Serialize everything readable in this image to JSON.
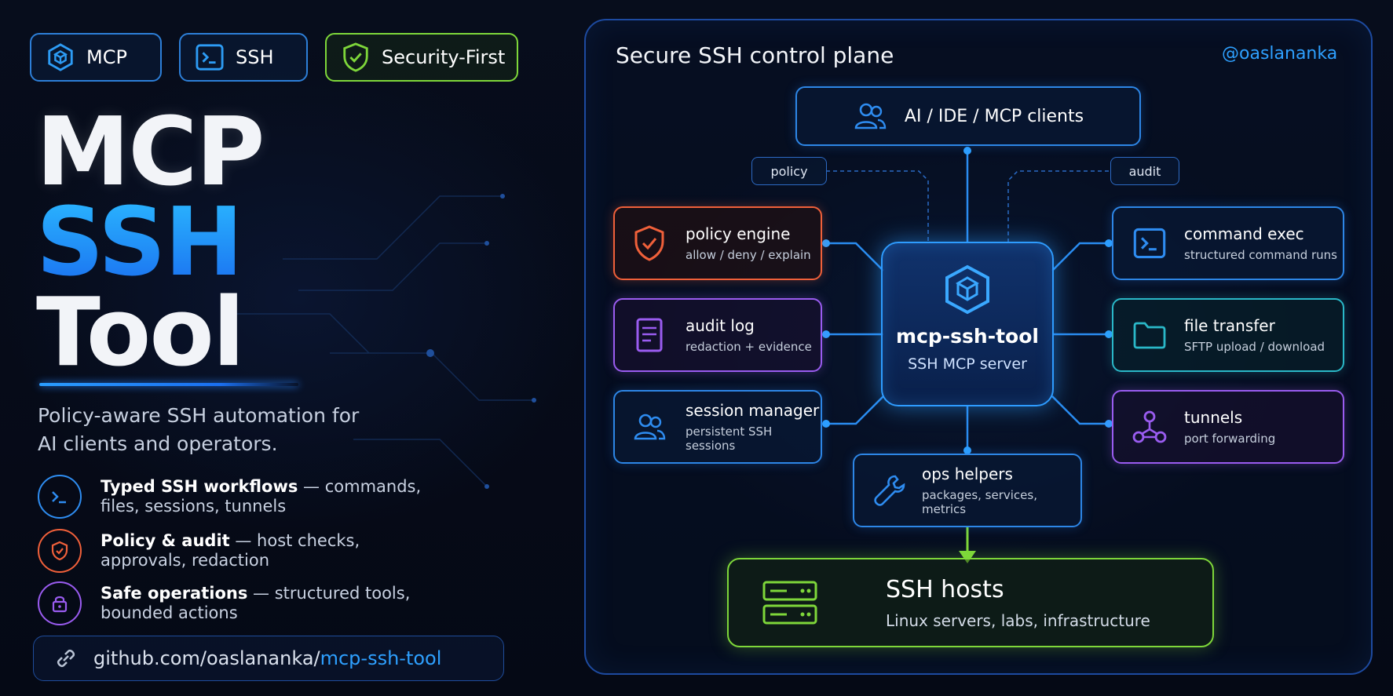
{
  "badges": [
    {
      "label": "MCP",
      "icon": "cube-hex-icon"
    },
    {
      "label": "SSH",
      "icon": "terminal-icon"
    },
    {
      "label": "Security-First",
      "icon": "shield-check-icon"
    }
  ],
  "hero": {
    "line1": "MCP",
    "line2": "SSH",
    "line3": "Tool"
  },
  "subtitle": {
    "line1": "Policy-aware SSH automation for",
    "line2": "AI clients and operators."
  },
  "features": [
    {
      "bold": "Typed SSH workflows",
      "rest": " — commands,",
      "line2": "files, sessions, tunnels",
      "icon": "terminal-icon",
      "color": "#2e8cf0"
    },
    {
      "bold": "Policy & audit",
      "rest": " — host checks,",
      "line2": "approvals, redaction",
      "icon": "shield-check-icon",
      "color": "#f0603a"
    },
    {
      "bold": "Safe operations",
      "rest": " — structured tools,",
      "line2": "bounded actions",
      "icon": "lock-icon",
      "color": "#9a5cf0"
    }
  ],
  "repo": {
    "prefix": "github.com/oaslananka/",
    "name": "mcp-ssh-tool",
    "icon": "link-icon"
  },
  "panel": {
    "title": "Secure SSH control plane",
    "handle": "@oaslananka"
  },
  "diagram": {
    "clients": {
      "title": "AI / IDE / MCP clients",
      "icon": "users-icon"
    },
    "tags": {
      "policy": "policy",
      "audit": "audit"
    },
    "center": {
      "title": "mcp-ssh-tool",
      "subtitle": "SSH MCP server",
      "icon": "cube-hex-icon"
    },
    "left": [
      {
        "title": "policy engine",
        "subtitle": "allow / deny / explain",
        "icon": "shield-check-icon",
        "color": "#f0603a"
      },
      {
        "title": "audit log",
        "subtitle": "redaction + evidence",
        "icon": "document-icon",
        "color": "#9a5cf0"
      },
      {
        "title": "session manager",
        "subtitle": "persistent SSH sessions",
        "icon": "users-icon",
        "color": "#2d86e6"
      }
    ],
    "right": [
      {
        "title": "command exec",
        "subtitle": "structured command runs",
        "icon": "terminal-icon",
        "color": "#2d86e6"
      },
      {
        "title": "file transfer",
        "subtitle": "SFTP upload / download",
        "icon": "folder-icon",
        "color": "#2ab8c8"
      },
      {
        "title": "tunnels",
        "subtitle": "port forwarding",
        "icon": "network-icon",
        "color": "#9a5cf0"
      }
    ],
    "helpers": {
      "title": "ops helpers",
      "subtitle": "packages, services, metrics",
      "icon": "wrench-icon"
    },
    "hosts": {
      "title": "SSH hosts",
      "subtitle": "Linux servers, labs, infrastructure",
      "icon": "server-icon",
      "color": "#7ed73a"
    }
  },
  "colors": {
    "accent": "#2d86e6",
    "green": "#7ed73a",
    "orange": "#f0603a",
    "purple": "#9a5cf0",
    "teal": "#2ab8c8"
  }
}
